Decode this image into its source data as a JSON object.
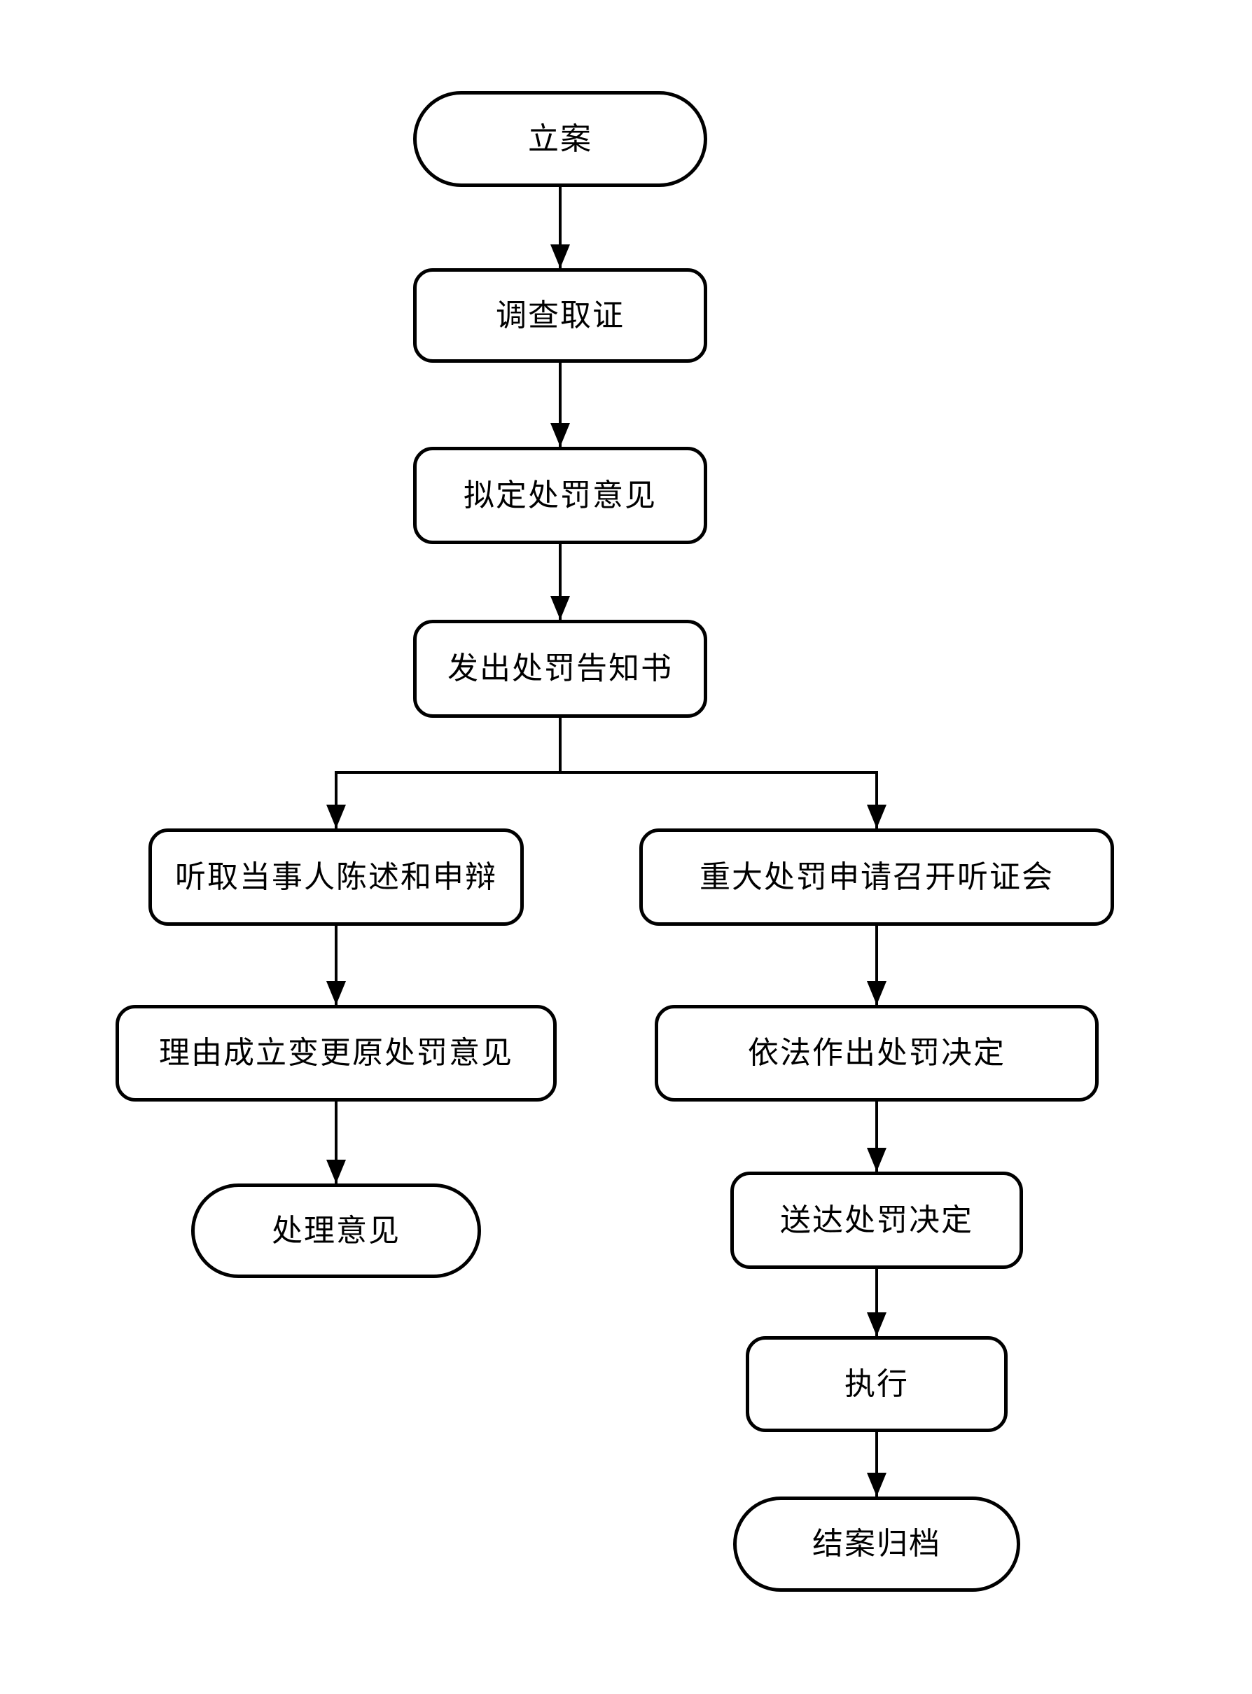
{
  "diagram": {
    "type": "flowchart",
    "background_color": "#ffffff",
    "stroke_color": "#000000",
    "nodes": {
      "filing": {
        "label": "立案",
        "shape": "stadium"
      },
      "investigation": {
        "label": "调查取证",
        "shape": "rounded-rect"
      },
      "draft_opinion": {
        "label": "拟定处罚意见",
        "shape": "rounded-rect"
      },
      "notice": {
        "label": "发出处罚告知书",
        "shape": "rounded-rect"
      },
      "statement_defense": {
        "label": "听取当事人陈述和申辩",
        "shape": "rounded-rect"
      },
      "change_opinion": {
        "label": "理由成立变更原处罚意见",
        "shape": "rounded-rect"
      },
      "handling_opinion": {
        "label": "处理意见",
        "shape": "stadium"
      },
      "hearing": {
        "label": "重大处罚申请召开听证会",
        "shape": "rounded-rect"
      },
      "decision": {
        "label": "依法作出处罚决定",
        "shape": "rounded-rect"
      },
      "deliver": {
        "label": "送达处罚决定",
        "shape": "rounded-rect"
      },
      "execute": {
        "label": "执行",
        "shape": "rounded-rect"
      },
      "archive": {
        "label": "结案归档",
        "shape": "stadium"
      }
    },
    "edges": [
      {
        "from": "filing",
        "to": "investigation"
      },
      {
        "from": "investigation",
        "to": "draft_opinion"
      },
      {
        "from": "draft_opinion",
        "to": "notice"
      },
      {
        "from": "notice",
        "to": "statement_defense"
      },
      {
        "from": "notice",
        "to": "hearing"
      },
      {
        "from": "statement_defense",
        "to": "change_opinion"
      },
      {
        "from": "change_opinion",
        "to": "handling_opinion"
      },
      {
        "from": "hearing",
        "to": "decision"
      },
      {
        "from": "decision",
        "to": "deliver"
      },
      {
        "from": "deliver",
        "to": "execute"
      },
      {
        "from": "execute",
        "to": "archive"
      }
    ]
  }
}
